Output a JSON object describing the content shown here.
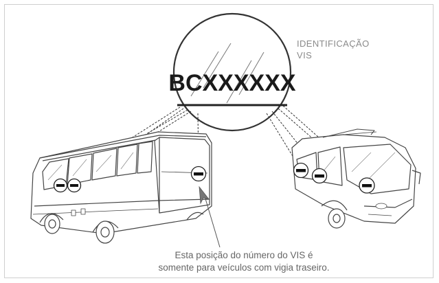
{
  "vis_code": "BCXXXXXX",
  "identification_label": [
    "IDENTIFICAÇÃO",
    "VIS"
  ],
  "caption": [
    "Esta posição do número do VIS é",
    "somente para veículos com vigia traseiro."
  ],
  "colors": {
    "line": "#333333",
    "label_text": "#8a8a8a",
    "caption_text": "#666666",
    "frame_border": "#cfcfcf"
  },
  "icons": [
    "vis-plate-marker-icon",
    "pointer-arrow-icon"
  ]
}
